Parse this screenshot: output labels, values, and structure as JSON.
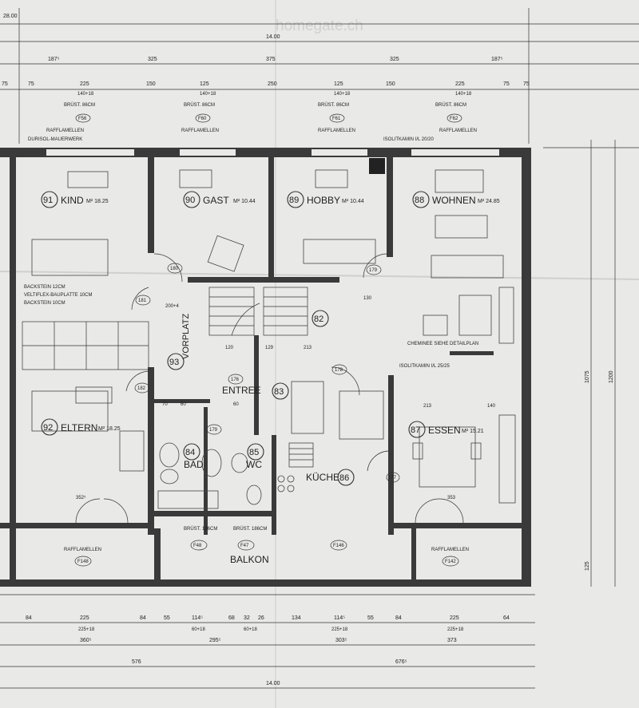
{
  "watermark": "homegate.ch",
  "top_dims": {
    "overall": "28.00",
    "total": "14.00",
    "row1": [
      "187⁵",
      "325",
      "375",
      "325",
      "187⁵"
    ],
    "row2": [
      "75",
      "75",
      "225",
      "150",
      "125",
      "250",
      "125",
      "150",
      "225",
      "75",
      "75"
    ],
    "window_sizes": [
      "140+18",
      "140+18",
      "140+18",
      "140+18"
    ]
  },
  "windows_top": [
    {
      "brust": "BRÜST. 86CM",
      "code": "F56",
      "blind": "RAFFLAMELLEN"
    },
    {
      "brust": "BRÜST. 86CM",
      "code": "F60",
      "blind": "RAFFLAMELLEN"
    },
    {
      "brust": "BRÜST. 86CM",
      "code": "F61",
      "blind": "RAFFLAMELLEN"
    },
    {
      "brust": "BRÜST. 86CM",
      "code": "F62",
      "blind": "RAFFLAMELLEN"
    }
  ],
  "notes": {
    "dursol": "DURISOL-MAUERWERK",
    "isolit_top": "ISOLITKAMIN I/L 20/20",
    "wall_layers": [
      "BACKSTEIN 12CM",
      "VELTIFLEX-BAUPLATTE 10CM",
      "BACKSTEIN 10CM"
    ],
    "cheminee": "CHEMINEE SIEHE DETAILPLAN",
    "isolit_mid": "ISOLITKAMIN I/L 25/25"
  },
  "rooms": [
    {
      "num": "91",
      "name": "KIND",
      "area": "M² 18.25"
    },
    {
      "num": "90",
      "name": "GAST",
      "area": "M² 10.44"
    },
    {
      "num": "89",
      "name": "HOBBY",
      "area": "M² 10.44"
    },
    {
      "num": "88",
      "name": "WOHNEN",
      "area": "M² 24.85"
    },
    {
      "num": "93",
      "name": "VORPLATZ",
      "area": ""
    },
    {
      "num": "82",
      "name": "",
      "area": ""
    },
    {
      "num": "83",
      "name": "ENTREE",
      "area": ""
    },
    {
      "num": "92",
      "name": "ELTERN",
      "area": "M² 18.25"
    },
    {
      "num": "84",
      "name": "BAD",
      "area": ""
    },
    {
      "num": "85",
      "name": "WC",
      "area": ""
    },
    {
      "num": "86",
      "name": "KÜCHE",
      "area": ""
    },
    {
      "num": "87",
      "name": "ESSEN",
      "area": "M² 15.21"
    }
  ],
  "doors": [
    "180",
    "179",
    "181",
    "178",
    "176",
    "182",
    "179",
    "177"
  ],
  "bottom": {
    "balkon": "BALKON",
    "brust_left": "BRÜST. 186CM",
    "brust_right": "BRÜST. 186CM",
    "codes": [
      "F48",
      "F47",
      "F146",
      "F148",
      "F142"
    ],
    "blind_left": "RAFFLAMELLEN",
    "blind_right": "RAFFLAMELLEN"
  },
  "bottom_dims": {
    "row1": [
      "84",
      "225",
      "84",
      "55",
      "114⁵",
      "68",
      "32",
      "26",
      "134",
      "114⁵",
      "55",
      "84",
      "225",
      "64"
    ],
    "row1_sub": [
      "225+18",
      "60+18",
      "60+18",
      "225+18",
      "225+18"
    ],
    "row2": [
      "360⁵",
      "295⁵",
      "303⁵",
      "373"
    ],
    "row3": [
      "576",
      "676⁵"
    ],
    "total": "14.00"
  },
  "right_dims": [
    "1075",
    "1200",
    "125"
  ],
  "inner_dims": [
    "352⁵",
    "353",
    "213",
    "140",
    "130",
    "120",
    "129",
    "200+4",
    "213",
    "60",
    "60",
    "70"
  ]
}
